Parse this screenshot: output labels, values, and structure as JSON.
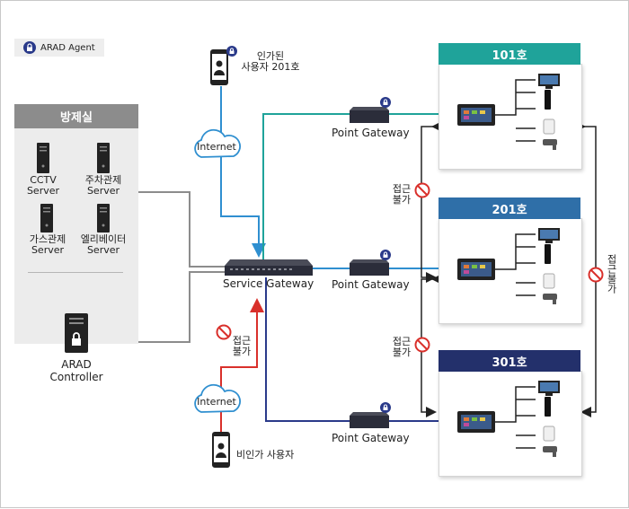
{
  "legend": {
    "label": "ARAD Agent"
  },
  "control_room": {
    "title": "방제실",
    "servers": [
      {
        "line1": "CCTV",
        "line2": "Server"
      },
      {
        "line1": "주차관제",
        "line2": "Server"
      },
      {
        "line1": "가스관제",
        "line2": "Server"
      },
      {
        "line1": "엘리베이터",
        "line2": "Server"
      }
    ],
    "controller": {
      "line1": "ARAD",
      "line2": "Controller"
    }
  },
  "authorized_user": {
    "line1": "인가된",
    "line2": "사용자 201호"
  },
  "unauthorized_user": {
    "label": "비인가 사용자"
  },
  "internet_top": "Internet",
  "internet_bottom": "Internet",
  "service_gateway": "Service Gateway",
  "point_gateways": [
    "Point Gateway",
    "Point Gateway",
    "Point Gateway"
  ],
  "rooms": [
    {
      "name": "101호",
      "color": "#1fa39a"
    },
    {
      "name": "201호",
      "color": "#2f6fa8"
    },
    {
      "name": "301호",
      "color": "#23306b"
    }
  ],
  "access_denied": {
    "sg_line1": "접근",
    "sg_line2": "불가",
    "r12_line1": "접근",
    "r12_line2": "불가",
    "r23_line1": "접근",
    "r23_line2": "불가",
    "right": "접근불가"
  },
  "colors": {
    "teal": "#1fa39a",
    "blue": "#2f8fd0",
    "navy": "#2a3a8a",
    "red": "#d9302b",
    "gray": "#8c8c8c",
    "dark": "#2b2d3a"
  }
}
